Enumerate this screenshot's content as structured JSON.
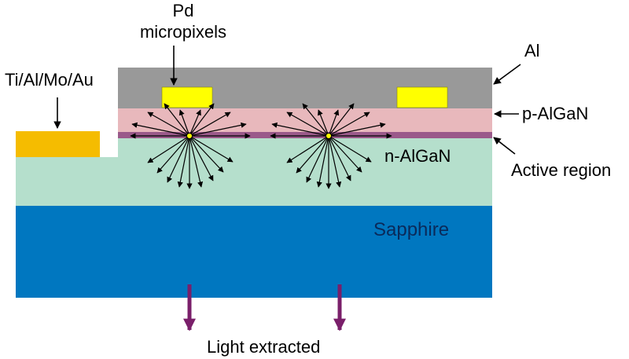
{
  "labels": {
    "pd_line1": "Pd",
    "pd_line2": "micropixels",
    "contact": "Ti/Al/Mo/Au",
    "al": "Al",
    "p_algan": "p-AlGaN",
    "n_algan": "n-AlGaN",
    "active_region": "Active region",
    "sapphire": "Sapphire",
    "light_extracted": "Light extracted"
  },
  "colors": {
    "al_layer": "#999999",
    "p_algan": "#e8b8bc",
    "active_region": "#9a5a8a",
    "n_algan": "#b5dfcc",
    "sapphire": "#0077c0",
    "pd_pixel": "#ffff00",
    "contact_pad": "#f5bc00",
    "light_arrow": "#7a1f6a",
    "emitter": "#ffff00"
  }
}
